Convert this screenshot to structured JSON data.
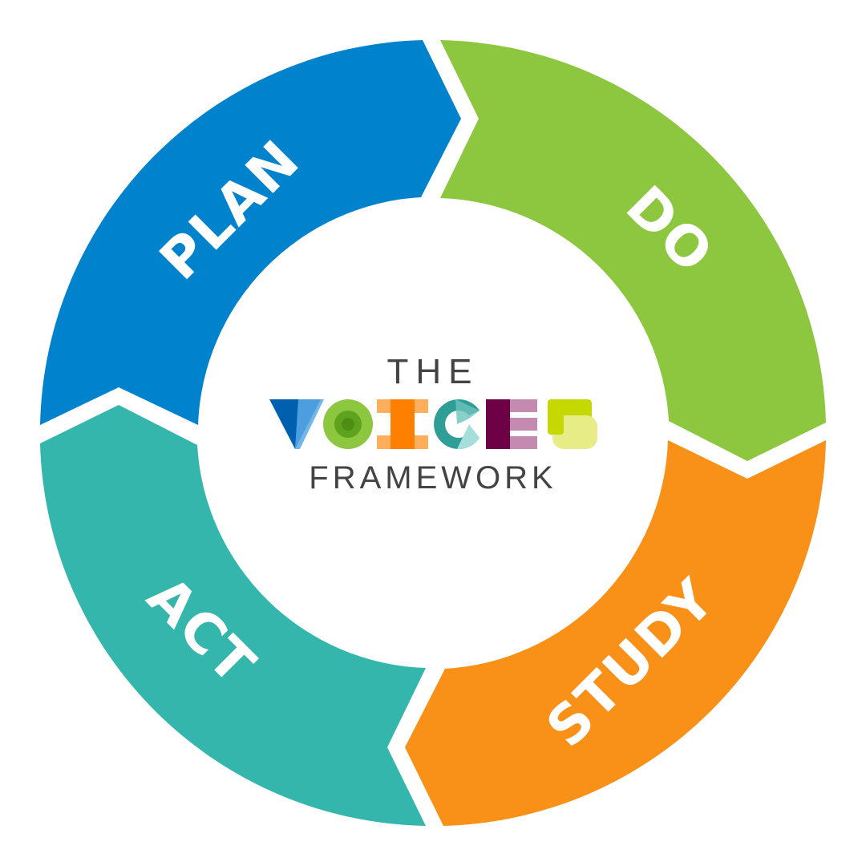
{
  "diagram": {
    "segments": [
      {
        "id": "plan",
        "label": "PLAN",
        "color": "#0082CC"
      },
      {
        "id": "do",
        "label": "DO",
        "color": "#8DC63F"
      },
      {
        "id": "study",
        "label": "STUDY",
        "color": "#F99018"
      },
      {
        "id": "act",
        "label": "ACT",
        "color": "#35B6AD"
      }
    ],
    "logo": {
      "top": "THE",
      "wordmark": "VOICES",
      "bottom": "FRAMEWORK",
      "letter_colors": [
        "#0060B0",
        "#8DC63F",
        "#FF7F00",
        "#2F9E97",
        "#6E0045",
        "#C5D800"
      ]
    }
  }
}
